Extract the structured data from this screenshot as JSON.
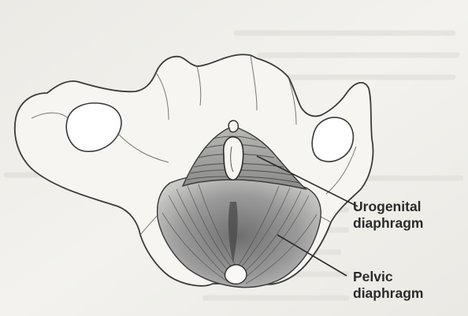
{
  "figure": {
    "labels": {
      "urogenital": {
        "line1": "Urogenital",
        "line2": "diaphragm"
      },
      "pelvic": {
        "line1": "Pelvic",
        "line2": "diaphragm"
      }
    },
    "colors": {
      "background": "#f1f0ec",
      "ink": "#3a3a3a",
      "muscle_shade": "#8d8d8d",
      "bone": "#f6f5f1",
      "bleed_text": "#d6d5d0"
    }
  }
}
